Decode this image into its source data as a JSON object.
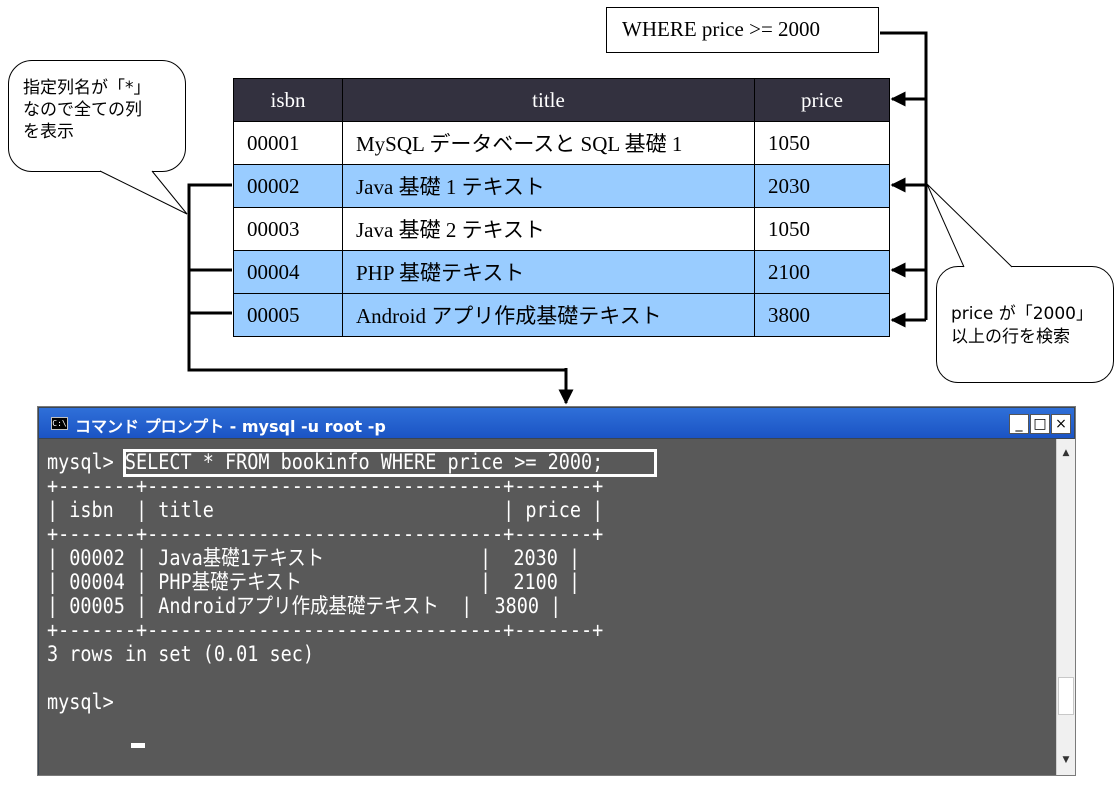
{
  "where_clause": "WHERE price >= 2000",
  "callout_left": {
    "lines": [
      "指定列名が「*」",
      "なので全ての列",
      "を表示"
    ]
  },
  "callout_right": {
    "lines": [
      "price が「2000」",
      "以上の行を検索"
    ]
  },
  "result_table": {
    "headers": [
      "isbn",
      "title",
      "price"
    ],
    "rows": [
      {
        "isbn": "00001",
        "title": "MySQL データベースと SQL 基礎 1",
        "price": "1050",
        "highlighted": false
      },
      {
        "isbn": "00002",
        "title": "Java 基礎 1 テキスト",
        "price": "2030",
        "highlighted": true
      },
      {
        "isbn": "00003",
        "title": "Java 基礎 2 テキスト",
        "price": "1050",
        "highlighted": false
      },
      {
        "isbn": "00004",
        "title": "PHP 基礎テキスト",
        "price": "2100",
        "highlighted": true
      },
      {
        "isbn": "00005",
        "title": "Android アプリ作成基礎テキスト",
        "price": "3800",
        "highlighted": true
      }
    ],
    "highlight_color": "#99ccff",
    "header_color": "#33313f"
  },
  "console": {
    "title": "コマンド プロンプト - mysql -u root -p",
    "icon_label": "C:\\",
    "minimize": "_",
    "maximize": "□",
    "close": "×",
    "lines": [
      "mysql> SELECT * FROM bookinfo WHERE price >= 2000;",
      "+-------+--------------------------------+-------+",
      "| isbn  | title                          | price |",
      "+-------+--------------------------------+-------+",
      "| 00002 | Java基礎1テキスト              |  2030 |",
      "| 00004 | PHP基礎テキスト                |  2100 |",
      "| 00005 | Androidアプリ作成基礎テキスト  |  3800 |",
      "+-------+--------------------------------+-------+",
      "3 rows in set (0.01 sec)",
      "",
      "mysql> "
    ],
    "titlebar_color": "#2f6fd8",
    "body_color": "#595959"
  }
}
